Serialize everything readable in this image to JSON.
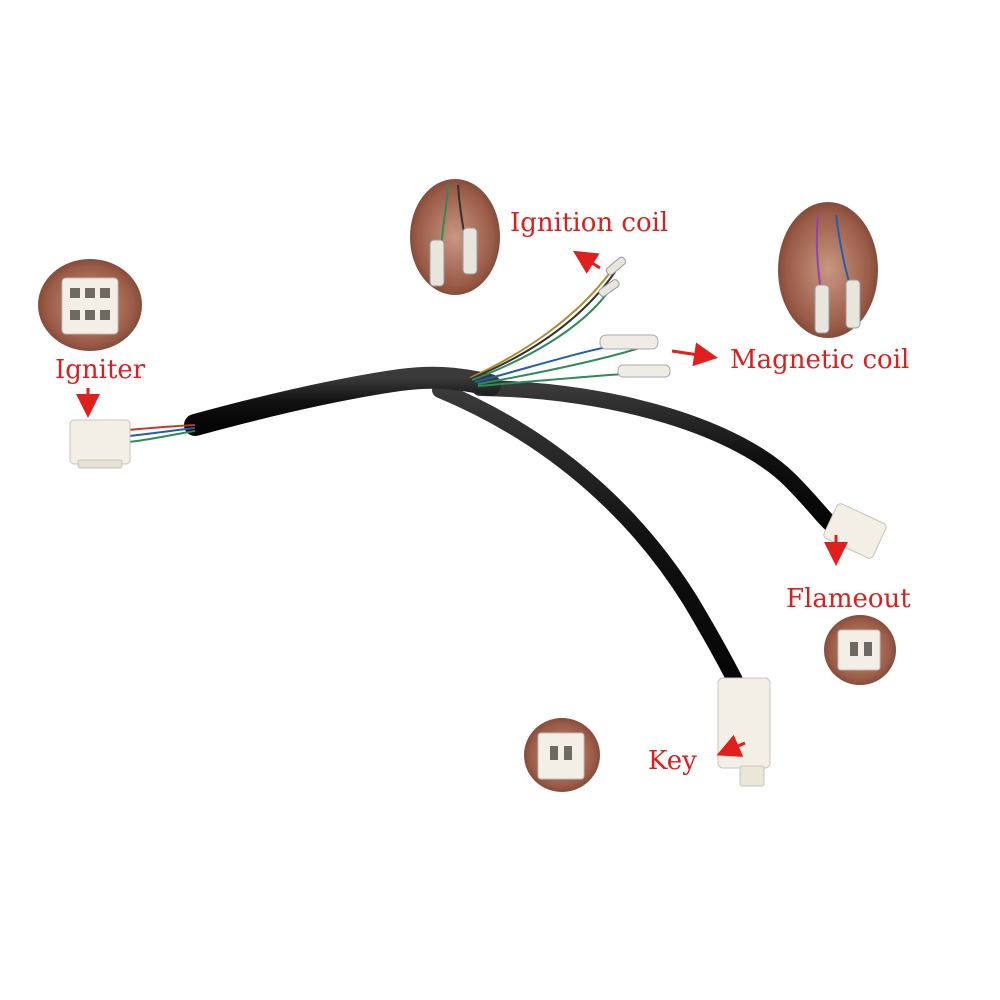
{
  "labels": {
    "igniter": "Igniter",
    "ignition_coil": "Ignition coil",
    "magnetic_coil": "Magnetic coil",
    "flameout": "Flameout",
    "key": "Key"
  },
  "colors": {
    "label": "#d8201e",
    "arrow": "#e0201c",
    "cable": "#151515",
    "connector": "#f3efe6",
    "skin": "#a86b55"
  },
  "wire_colors": [
    "#2e8b57",
    "#c0392b",
    "#1f5fae",
    "#f2f2f2",
    "#b08d2e"
  ]
}
